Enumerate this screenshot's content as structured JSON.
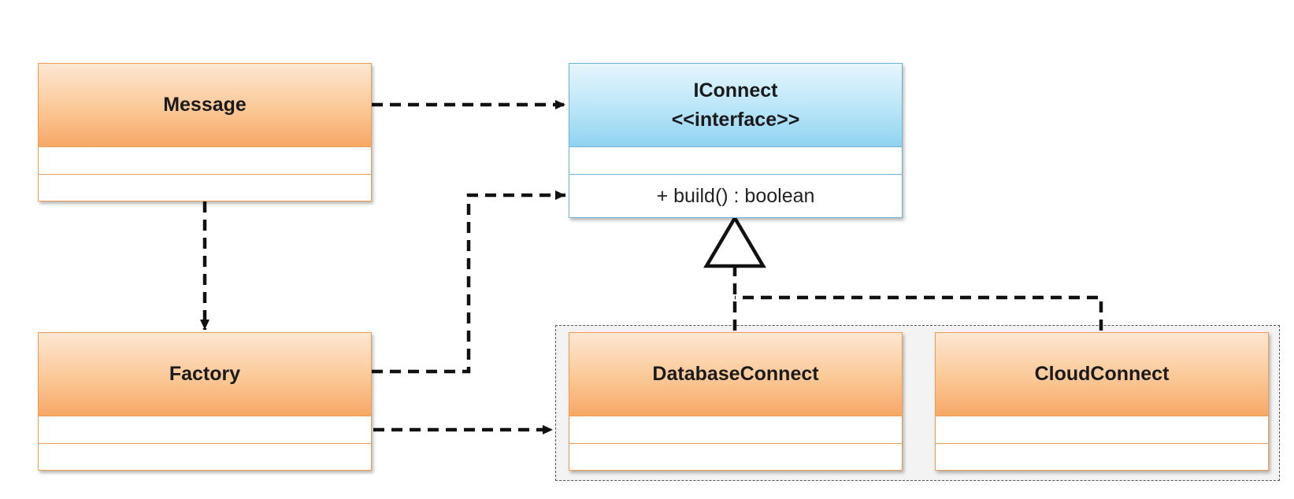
{
  "classes": {
    "message": {
      "name": "Message"
    },
    "factory": {
      "name": "Factory"
    },
    "iconnect": {
      "name": "IConnect",
      "stereotype": "<<interface>>",
      "method": "+ build() : boolean"
    },
    "database_connect": {
      "name": "DatabaseConnect"
    },
    "cloud_connect": {
      "name": "CloudConnect"
    }
  },
  "colors": {
    "class_fill": "#fbc896",
    "class_border": "#ef9d52",
    "interface_fill": "#b9e5f8",
    "interface_border": "#6fb2d4",
    "connector": "#111111",
    "group_fill": "#f3f3f3"
  },
  "relationships": [
    {
      "from": "Message",
      "to": "IConnect",
      "type": "dependency"
    },
    {
      "from": "Message",
      "to": "Factory",
      "type": "dependency"
    },
    {
      "from": "Factory",
      "to": "IConnect",
      "type": "dependency"
    },
    {
      "from": "Factory",
      "to": "implementations-group",
      "type": "dependency"
    },
    {
      "from": "DatabaseConnect",
      "to": "IConnect",
      "type": "realization"
    },
    {
      "from": "CloudConnect",
      "to": "IConnect",
      "type": "realization"
    }
  ]
}
